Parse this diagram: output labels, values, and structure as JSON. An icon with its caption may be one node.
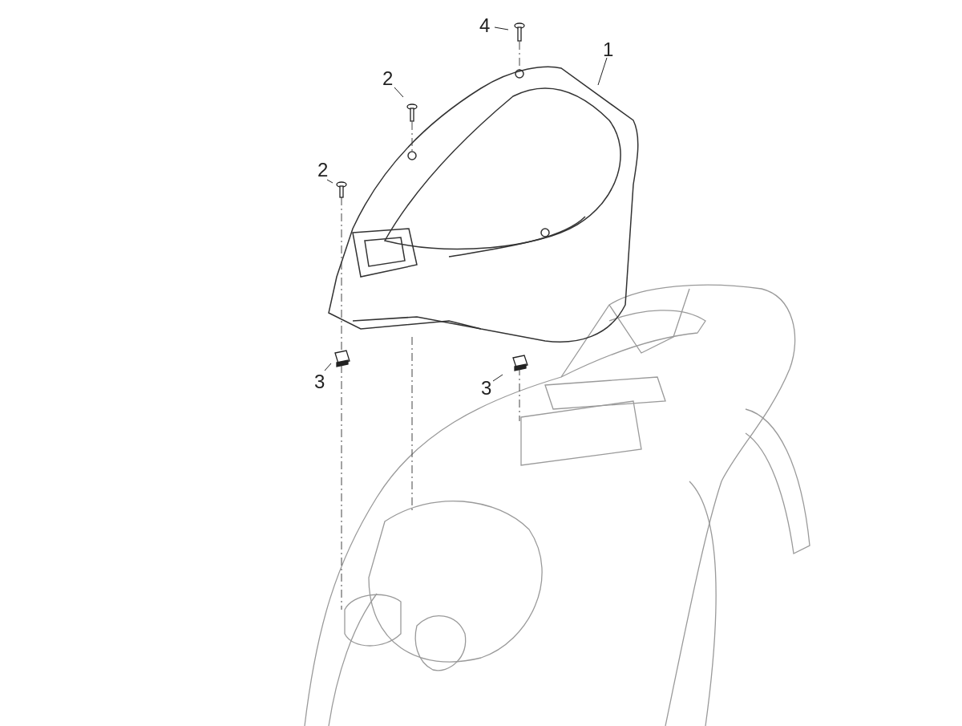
{
  "diagram": {
    "nodes": [
      {
        "text": [
          "4"
        ]
      },
      {
        "text": [
          "1"
        ]
      },
      {
        "text": [
          "2"
        ]
      },
      {
        "text": [
          "2"
        ]
      },
      {
        "text": [
          "3"
        ]
      },
      {
        "text": [
          "3"
        ]
      }
    ],
    "edges": [
      {
        "from": 0,
        "to": null,
        "arrow": "none"
      },
      {
        "from": 1,
        "to": null,
        "arrow": "none"
      },
      {
        "from": 2,
        "to": null,
        "arrow": "none"
      },
      {
        "from": 3,
        "to": null,
        "arrow": "none"
      },
      {
        "from": 4,
        "to": null,
        "arrow": "none"
      },
      {
        "from": 5,
        "to": null,
        "arrow": "none"
      }
    ]
  }
}
